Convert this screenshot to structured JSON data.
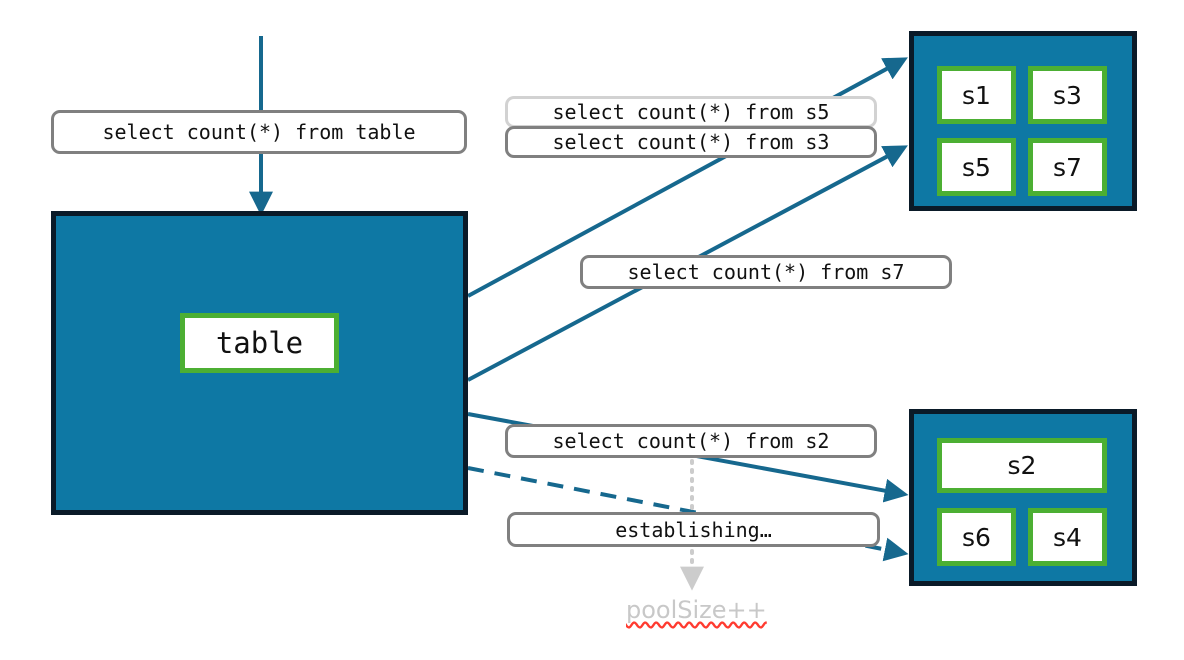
{
  "diagram": {
    "title": "connection-pool-query-routing",
    "colors": {
      "pool_fill": "#0E78A4",
      "pool_border": "#0A1A28",
      "node_border": "#4CAF33",
      "node_fill": "#FFFFFF",
      "arrow": "#16688E",
      "pill_border": "#808080",
      "pill_border_light": "#D2D2D2",
      "ghost_text": "#C8C8C8",
      "spellcheck_underline": "#FF3B30"
    }
  },
  "source": {
    "query_label": "select count(*) from table",
    "table_node_label": "table"
  },
  "pools": [
    {
      "name": "upper-pool",
      "nodes": [
        {
          "label": "s1"
        },
        {
          "label": "s3"
        },
        {
          "label": "s5"
        },
        {
          "label": "s7"
        }
      ]
    },
    {
      "name": "lower-pool",
      "nodes": [
        {
          "label": "s2"
        },
        {
          "label": "s6"
        },
        {
          "label": "s4"
        }
      ]
    }
  ],
  "queries": [
    {
      "name": "query-s5",
      "label": "select count(*) from s5"
    },
    {
      "name": "query-s3",
      "label": "select count(*) from s3"
    },
    {
      "name": "query-s7",
      "label": "select count(*) from s7"
    },
    {
      "name": "query-s2",
      "label": "select count(*) from s2"
    }
  ],
  "status": {
    "establishing_label": "establishing…",
    "pool_size_label": "poolSize++"
  }
}
